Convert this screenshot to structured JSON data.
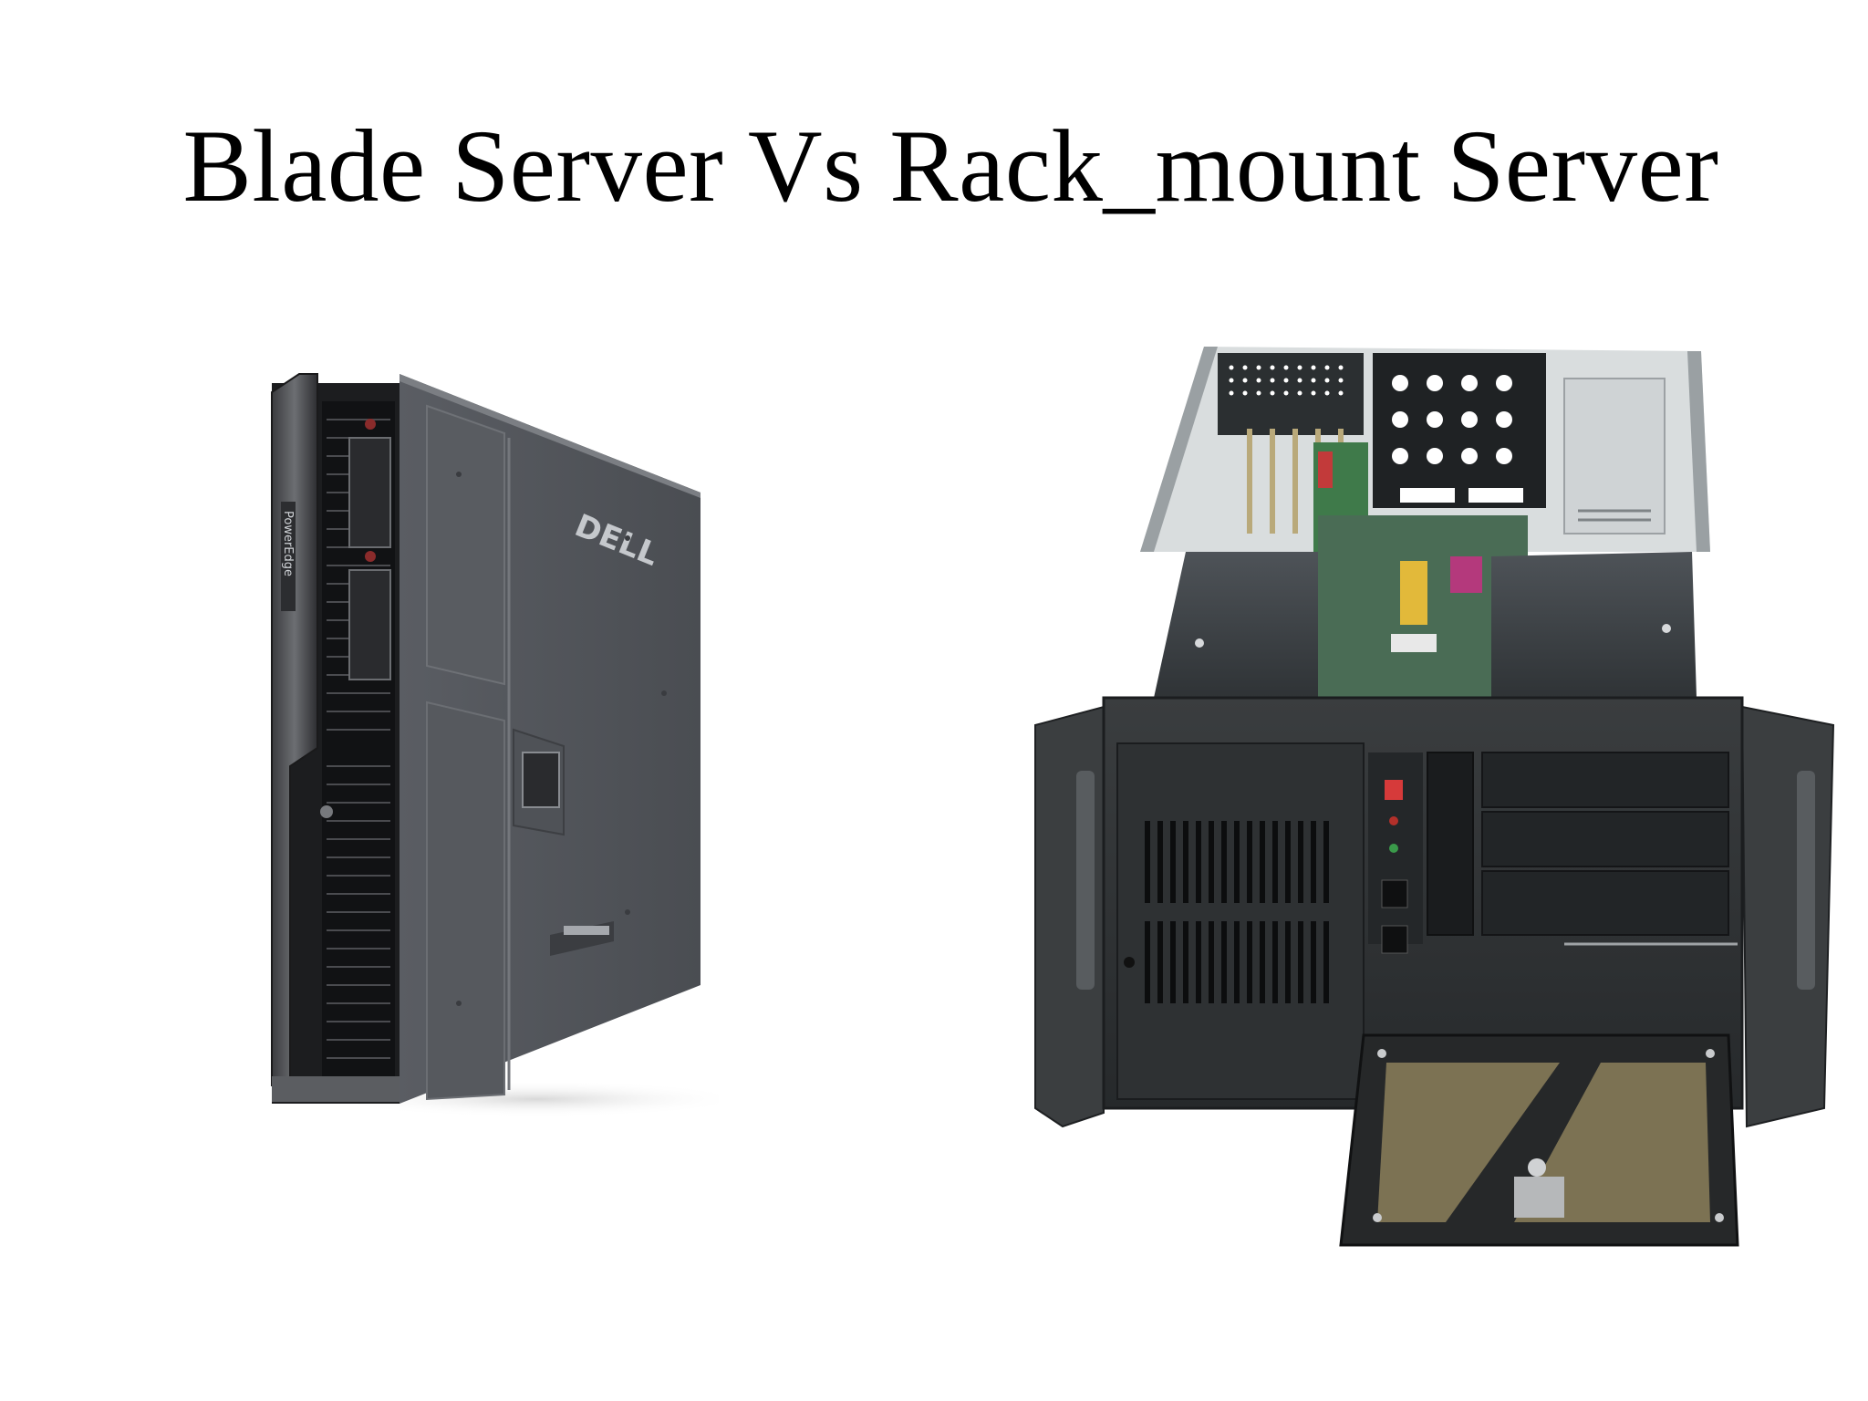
{
  "slide": {
    "title": "Blade Server Vs Rack_mount Server"
  },
  "images": {
    "blade_server": {
      "brand_text": "DELL",
      "model_text": "PowerEdge"
    },
    "rack_server": {}
  }
}
